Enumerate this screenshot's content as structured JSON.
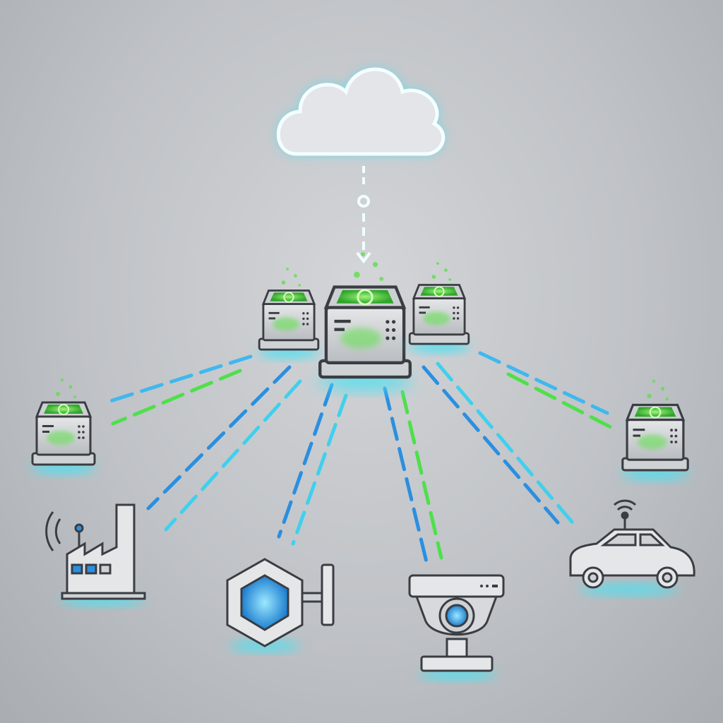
{
  "diagram": {
    "nodes": [
      {
        "id": "cloud",
        "icon": "cloud-icon"
      },
      {
        "id": "edge-server-center",
        "icon": "server-icon"
      },
      {
        "id": "edge-server-left",
        "icon": "server-icon"
      },
      {
        "id": "edge-server-right",
        "icon": "server-icon"
      },
      {
        "id": "edge-server-far-left",
        "icon": "server-icon"
      },
      {
        "id": "edge-server-far-right",
        "icon": "server-icon"
      },
      {
        "id": "factory",
        "icon": "factory-icon"
      },
      {
        "id": "sensor",
        "icon": "hexagon-sensor-icon"
      },
      {
        "id": "camera",
        "icon": "security-camera-icon"
      },
      {
        "id": "car",
        "icon": "connected-car-icon"
      }
    ],
    "colors": {
      "glow": "#4fe0f0",
      "data_blue": "#2a8fe0",
      "data_cyan": "#3fd0ee",
      "data_green": "#4ee04a",
      "server_body": "#d7d9dc",
      "outline": "#3a3d42"
    }
  }
}
